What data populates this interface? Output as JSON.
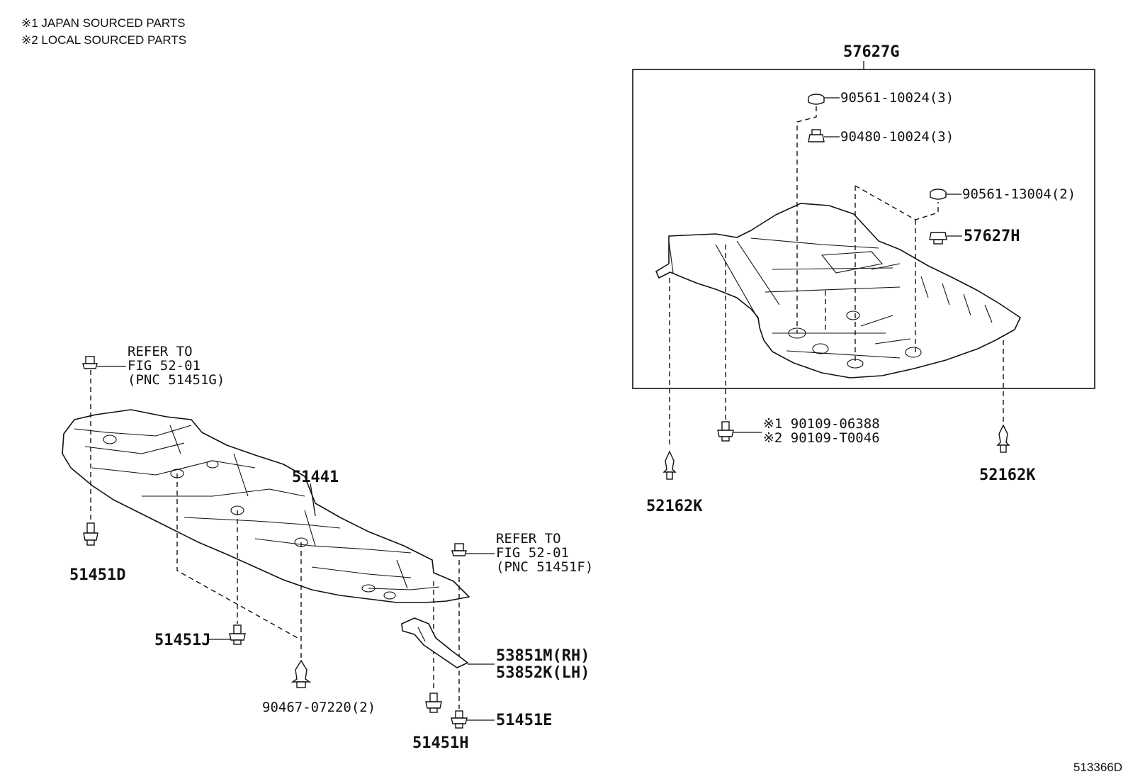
{
  "notes": [
    "※1 JAPAN SOURCED PARTS",
    "※2 LOCAL SOURCED PARTS"
  ],
  "diagram_code": "513366D",
  "labels": {
    "p57627G": "57627G",
    "p90561_10024": "90561-10024(3)",
    "p90480_10024": "90480-10024(3)",
    "p90561_13004": "90561-13004(2)",
    "p57627H": "57627H",
    "p90109_06388": "※1 90109-06388",
    "p90109_T0046": "※2 90109-T0046",
    "p52162K_left": "52162K",
    "p52162K_right": "52162K",
    "p51441": "51441",
    "p51451D": "51451D",
    "p51451J": "51451J",
    "p90467_07220": "90467-07220(2)",
    "p53851M": "53851M(RH)",
    "p53852K": "53852K(LH)",
    "p51451E": "51451E",
    "p51451H": "51451H"
  },
  "refer_g": [
    "REFER TO",
    "FIG 52-01",
    "(PNC 51451G)"
  ],
  "refer_f": [
    "REFER TO",
    "FIG 52-01",
    "(PNC 51451F)"
  ]
}
